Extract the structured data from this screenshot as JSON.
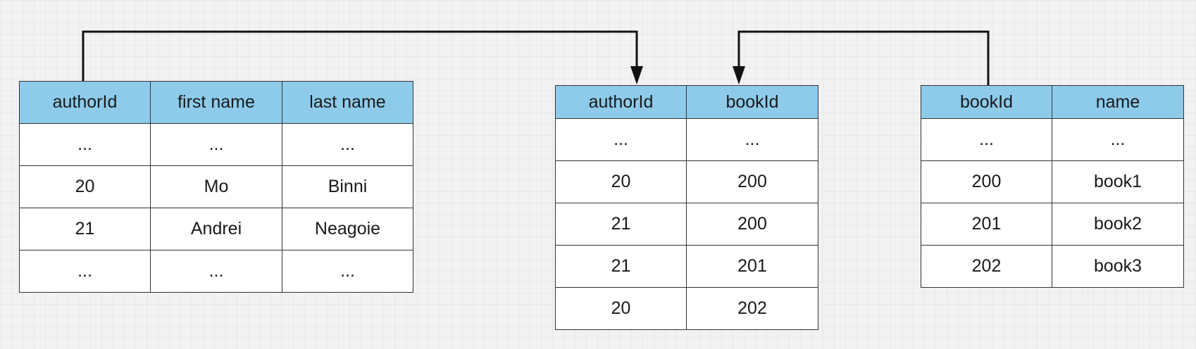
{
  "authors": {
    "columns": [
      "authorId",
      "first name",
      "last name"
    ],
    "rows": [
      [
        "...",
        "...",
        "..."
      ],
      [
        "20",
        "Mo",
        "Binni"
      ],
      [
        "21",
        "Andrei",
        "Neagoie"
      ],
      [
        "...",
        "...",
        "..."
      ]
    ]
  },
  "author_book": {
    "columns": [
      "authorId",
      "bookId"
    ],
    "rows": [
      [
        "...",
        "..."
      ],
      [
        "20",
        "200"
      ],
      [
        "21",
        "200"
      ],
      [
        "21",
        "201"
      ],
      [
        "20",
        "202"
      ]
    ]
  },
  "books": {
    "columns": [
      "bookId",
      "name"
    ],
    "rows": [
      [
        "...",
        "..."
      ],
      [
        "200",
        "book1"
      ],
      [
        "201",
        "book2"
      ],
      [
        "202",
        "book3"
      ]
    ]
  },
  "colors": {
    "header_fill": "#8ecbeb",
    "border": "#333333",
    "connector": "#111111"
  }
}
